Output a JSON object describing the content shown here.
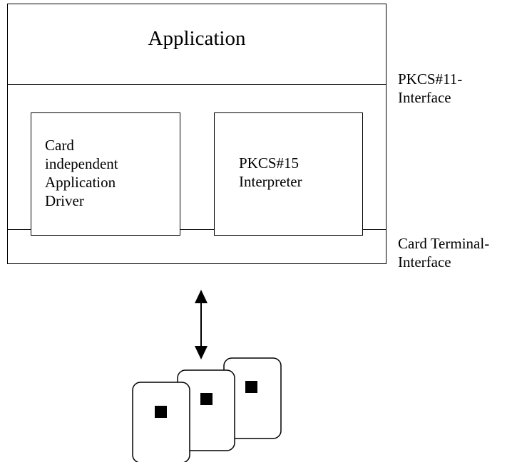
{
  "diagram": {
    "application_label": "Application",
    "left_module_lines": [
      "Card",
      "independent",
      "Application",
      "Driver"
    ],
    "right_module_lines": [
      "PKCS#15",
      "Interpreter"
    ],
    "pkcs11_interface_lines": [
      "PKCS#11-",
      "Interface"
    ],
    "card_terminal_interface_lines": [
      "Card Terminal-",
      "Interface"
    ],
    "smart_card_count": 3
  }
}
